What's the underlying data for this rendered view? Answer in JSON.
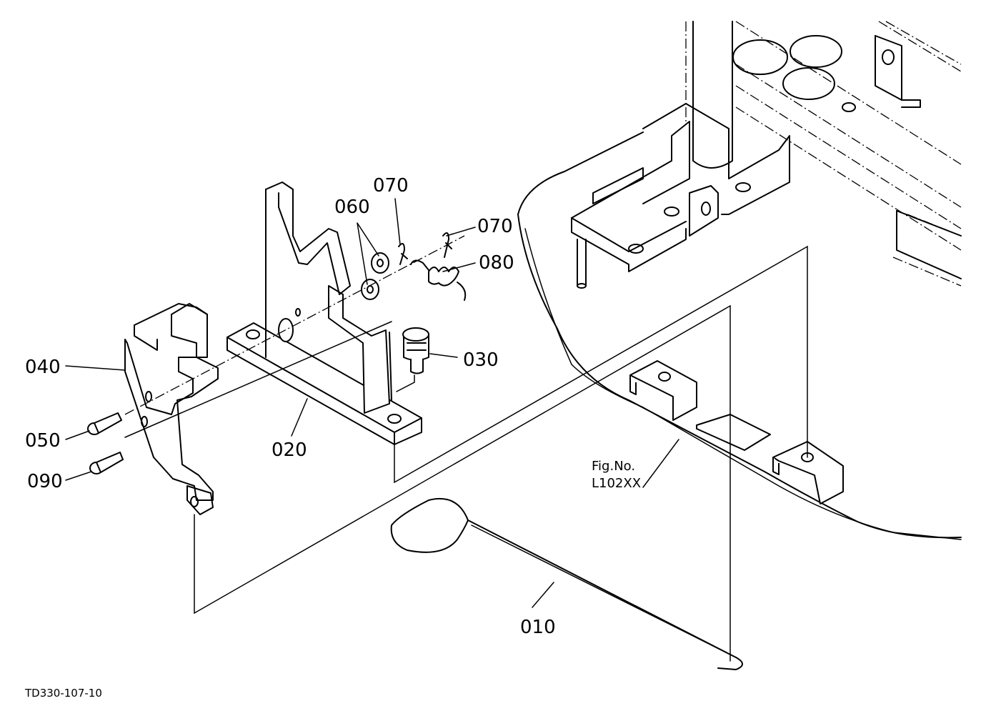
{
  "parts": [
    {
      "id": "p010",
      "label": "010"
    },
    {
      "id": "p020",
      "label": "020"
    },
    {
      "id": "p030",
      "label": "030"
    },
    {
      "id": "p040",
      "label": "040"
    },
    {
      "id": "p050",
      "label": "050"
    },
    {
      "id": "p060",
      "label": "060"
    },
    {
      "id": "p070a",
      "label": "070"
    },
    {
      "id": "p070b",
      "label": "070"
    },
    {
      "id": "p080",
      "label": "080"
    },
    {
      "id": "p090",
      "label": "090"
    }
  ],
  "figure_ref": {
    "line1": "Fig.No.",
    "line2": "L102XX"
  },
  "drawing_code": "TD330-107-10"
}
